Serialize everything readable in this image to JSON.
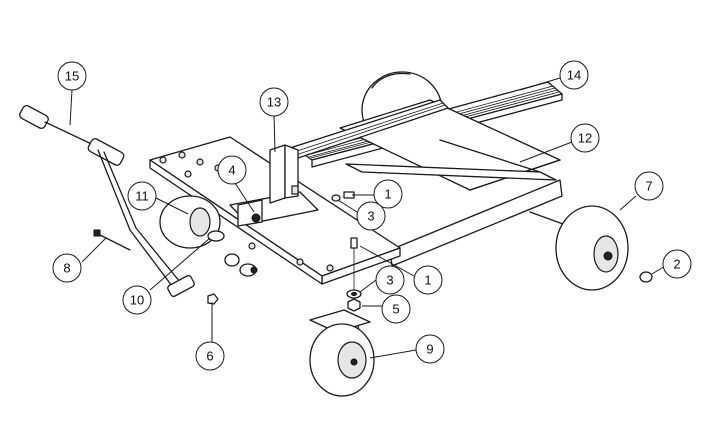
{
  "callouts": [
    {
      "id": "c1a",
      "label": "1"
    },
    {
      "id": "c1b",
      "label": "1"
    },
    {
      "id": "c2",
      "label": "2"
    },
    {
      "id": "c3a",
      "label": "3"
    },
    {
      "id": "c3b",
      "label": "3"
    },
    {
      "id": "c4",
      "label": "4"
    },
    {
      "id": "c5",
      "label": "5"
    },
    {
      "id": "c6",
      "label": "6"
    },
    {
      "id": "c7",
      "label": "7"
    },
    {
      "id": "c8",
      "label": "8"
    },
    {
      "id": "c9",
      "label": "9"
    },
    {
      "id": "c10",
      "label": "10"
    },
    {
      "id": "c11",
      "label": "11"
    },
    {
      "id": "c12",
      "label": "12"
    },
    {
      "id": "c13",
      "label": "13"
    },
    {
      "id": "c14",
      "label": "14"
    },
    {
      "id": "c15",
      "label": "15"
    }
  ]
}
